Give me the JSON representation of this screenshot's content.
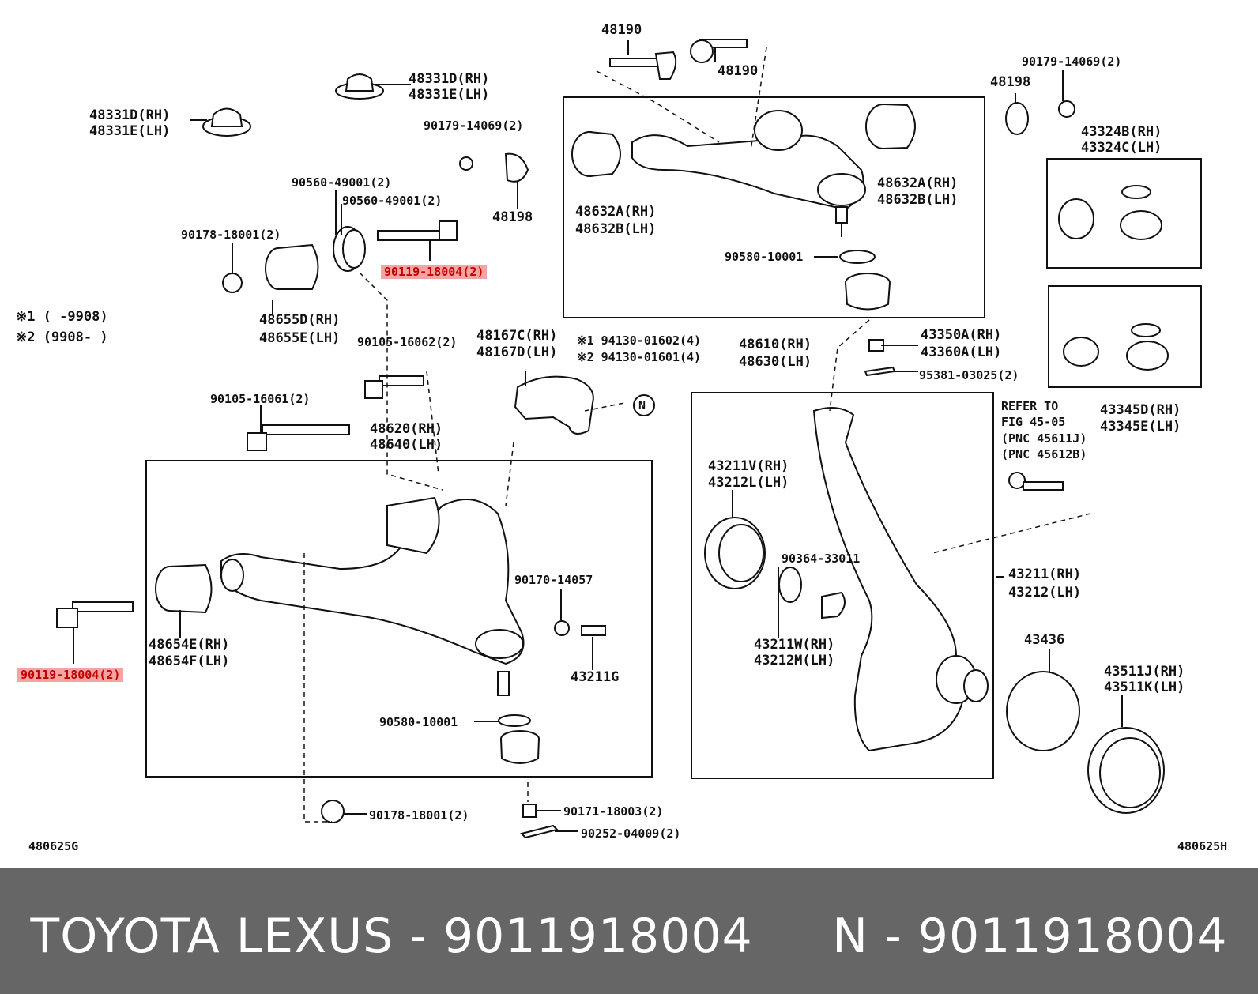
{
  "labels": {
    "l48190_top": "48190",
    "l48190_mid": "48190",
    "l48331_a": [
      "48331D(RH)",
      "48331E(LH)"
    ],
    "l48331_b": [
      "48331D(RH)",
      "48331E(LH)"
    ],
    "l90179_a": "90179-14069(2)",
    "l48198_a": "48198",
    "l90560_a": "90560-49001(2)",
    "l90560_b": "90560-49001(2)",
    "l90178_a": "90178-18001(2)",
    "l90119_top": "90119-18004(2)",
    "l48655": [
      "48655D(RH)",
      "48655E(LH)"
    ],
    "note1": "※1 (      -9908)",
    "note2": "※2 (9908-       )",
    "l90105_62": "90105-16062(2)",
    "l90105_61": "90105-16061(2)",
    "l48167": [
      "48167C(RH)",
      "48167D(LH)"
    ],
    "l94130": [
      "※1 94130-01602(4)",
      "※2 94130-01601(4)"
    ],
    "l48620": [
      "48620(RH)",
      "48640(LH)"
    ],
    "l48632_left": [
      "48632A(RH)",
      "48632B(LH)"
    ],
    "l48632_right": [
      "48632A(RH)",
      "48632B(LH)"
    ],
    "l90580_top": "90580-10001",
    "l48610": [
      "48610(RH)",
      "48630(LH)"
    ],
    "l43350": [
      "43350A(RH)",
      "43360A(LH)"
    ],
    "l95381": "95381-03025(2)",
    "l90179_b": "90179-14069(2)",
    "l48198_b": "48198",
    "l43324": [
      "43324B(RH)",
      "43324C(LH)"
    ],
    "l43345": [
      "43345D(RH)",
      "43345E(LH)"
    ],
    "refer": [
      "REFER TO",
      "FIG 45-05",
      "(PNC 45611J)",
      "(PNC 45612B)"
    ],
    "l43211v": [
      "43211V(RH)",
      "43212L(LH)"
    ],
    "l90364": "90364-33011",
    "l43211w": [
      "43211W(RH)",
      "43212M(LH)"
    ],
    "l43211": [
      "43211(RH)",
      "43212(LH)"
    ],
    "l43436": "43436",
    "l43511": [
      "43511J(RH)",
      "43511K(LH)"
    ],
    "l48654": [
      "48654E(RH)",
      "48654F(LH)"
    ],
    "l90119_left": "90119-18004(2)",
    "l90170": "90170-14057",
    "l43211g": "43211G",
    "l90580_bot": "90580-10001",
    "l90178_b": "90178-18001(2)",
    "l90171": "90171-18003(2)",
    "l90252": "90252-04009(2)",
    "code_left": "480625G",
    "code_right": "480625H",
    "circle_n": "N"
  },
  "footer": {
    "brand": "TOYOTA LEXUS - 9011918004",
    "alt": "N - 9011918004"
  },
  "colors": {
    "highlight_bg": "#f5a3a3",
    "highlight_text": "#c40000",
    "footer_bg": "#666666",
    "footer_text": "#ffffff"
  }
}
